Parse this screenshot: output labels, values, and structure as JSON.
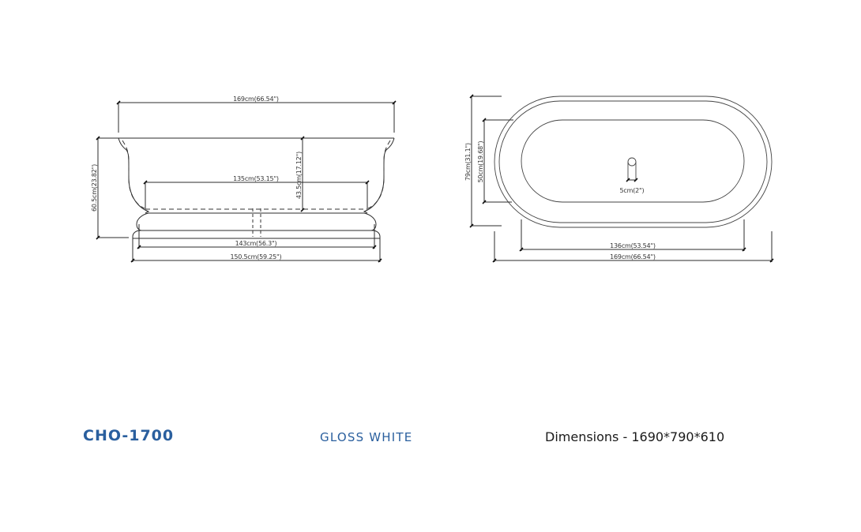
{
  "product": {
    "model": "CHO-1700",
    "finish": "GLOSS WHITE",
    "dimensions_text": "Dimensions - 1690*790*610",
    "brand_color": "#2a5f9e"
  },
  "side_view": {
    "overall_length": "169cm(66.54\")",
    "inner_bottom_length": "135cm(53.15\")",
    "inner_depth": "43.5cm(17.12\")",
    "overall_height": "60.5cm(23.82\")",
    "pedestal_width": "143cm(56.3\")",
    "base_width": "150.5cm(59.25\")"
  },
  "plan_view": {
    "overall_width": "79cm(31.1\")",
    "inner_width": "50cm(19.68\")",
    "drain": "5cm(2\")",
    "inner_length": "136cm(53.54\")",
    "overall_length": "169cm(66.54\")"
  }
}
